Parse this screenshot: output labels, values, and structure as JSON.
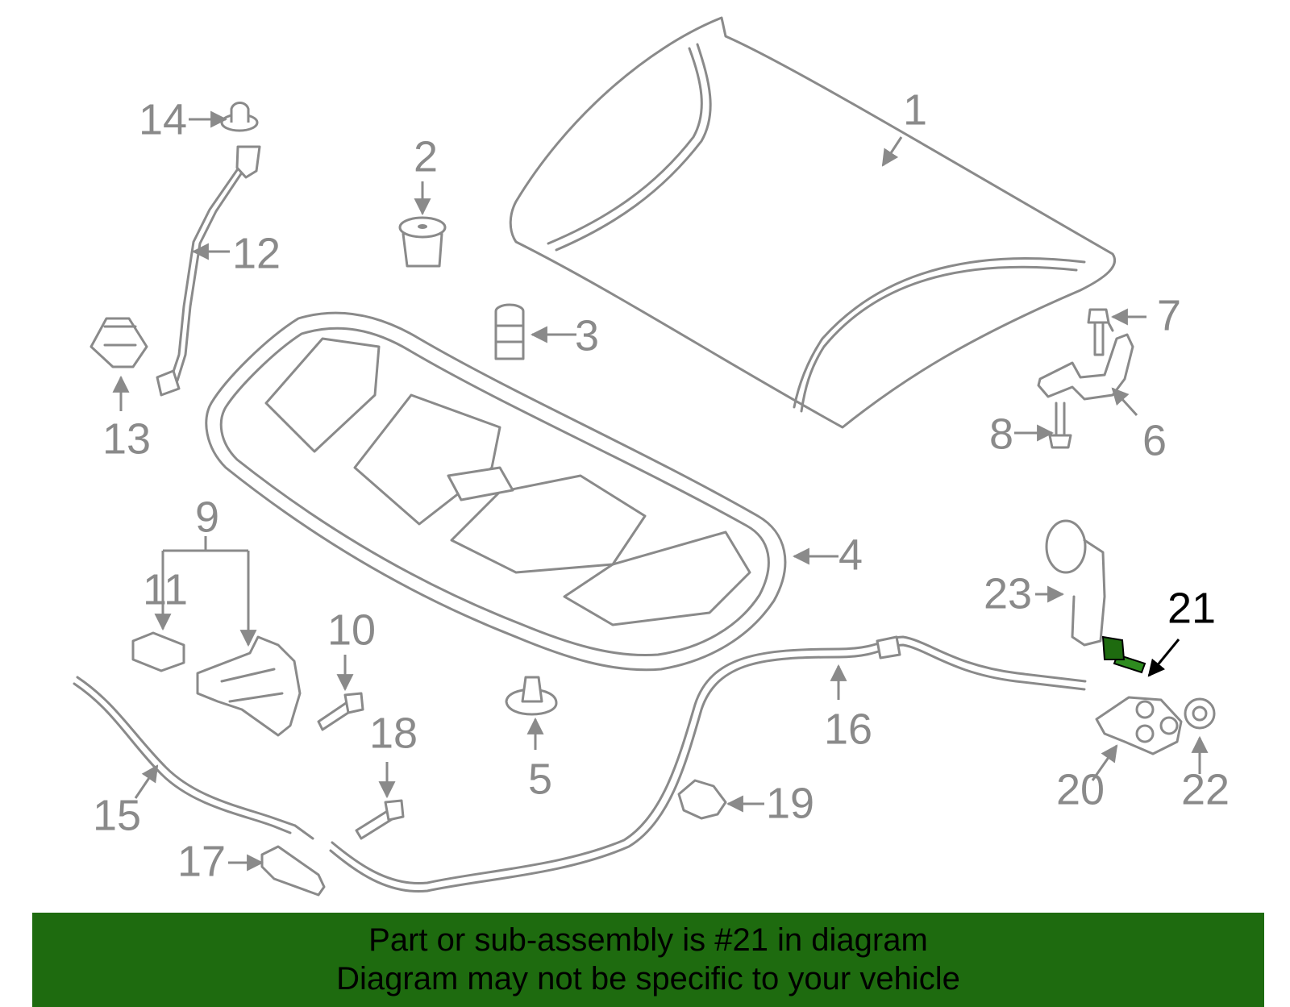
{
  "callouts": [
    {
      "id": "1",
      "label": "1"
    },
    {
      "id": "2",
      "label": "2"
    },
    {
      "id": "3",
      "label": "3"
    },
    {
      "id": "4",
      "label": "4"
    },
    {
      "id": "5",
      "label": "5"
    },
    {
      "id": "6",
      "label": "6"
    },
    {
      "id": "7",
      "label": "7"
    },
    {
      "id": "8",
      "label": "8"
    },
    {
      "id": "9",
      "label": "9"
    },
    {
      "id": "10",
      "label": "10"
    },
    {
      "id": "11",
      "label": "11"
    },
    {
      "id": "12",
      "label": "12"
    },
    {
      "id": "13",
      "label": "13"
    },
    {
      "id": "14",
      "label": "14"
    },
    {
      "id": "15",
      "label": "15"
    },
    {
      "id": "16",
      "label": "16"
    },
    {
      "id": "17",
      "label": "17"
    },
    {
      "id": "18",
      "label": "18"
    },
    {
      "id": "19",
      "label": "19"
    },
    {
      "id": "20",
      "label": "20"
    },
    {
      "id": "21",
      "label": "21",
      "highlighted": true
    },
    {
      "id": "22",
      "label": "22"
    },
    {
      "id": "23",
      "label": "23"
    }
  ],
  "highlight_color": "#1e6b0f",
  "banner": {
    "line1": "Part or sub-assembly is #21 in diagram",
    "line2": "Diagram may not be specific to your vehicle"
  }
}
